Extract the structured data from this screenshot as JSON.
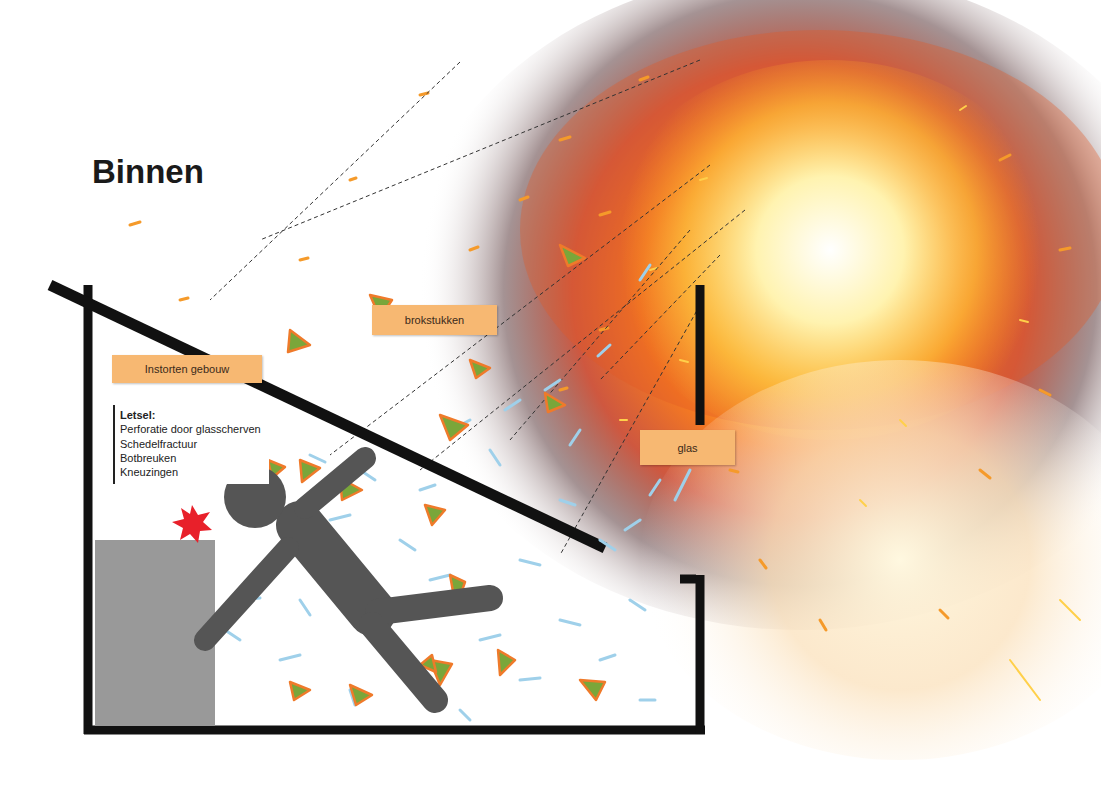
{
  "diagram": {
    "title": "Binnen",
    "nodes": [
      {
        "text": [
          "Instorten gebouw"
        ]
      },
      {
        "text": [
          "brokstukken"
        ]
      },
      {
        "text": [
          "Letsel:",
          "Perforatie door glasscherven",
          "Schedelfractuur",
          "Botbreuken",
          "Kneuzingen"
        ]
      },
      {
        "text": [
          "glas"
        ]
      }
    ]
  }
}
